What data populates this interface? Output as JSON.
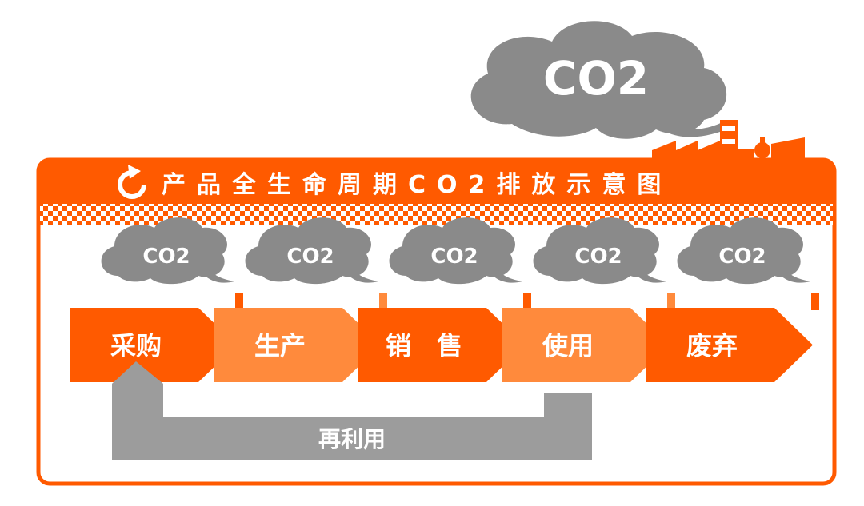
{
  "colors": {
    "orange": "#ff5a00",
    "orange_light": "#ff8a3c",
    "cloud_gray": "#8a8a8a",
    "loop_gray": "#9c9c9c",
    "white": "#ffffff"
  },
  "big_cloud": {
    "label": "CO2",
    "icon": "factory-icon"
  },
  "banner": {
    "icon": "cycle-arrow-icon",
    "title": "产品全生命周期CO2排放示意图"
  },
  "stages": [
    {
      "label": "采购",
      "cloud_label": "CO2",
      "shade": "dark"
    },
    {
      "label": "生产",
      "cloud_label": "CO2",
      "shade": "light"
    },
    {
      "label": "销　售",
      "cloud_label": "CO2",
      "shade": "dark"
    },
    {
      "label": "使用",
      "cloud_label": "CO2",
      "shade": "light"
    },
    {
      "label": "废弃",
      "cloud_label": "CO2",
      "shade": "dark"
    }
  ],
  "recycle": {
    "label": "再利用"
  }
}
